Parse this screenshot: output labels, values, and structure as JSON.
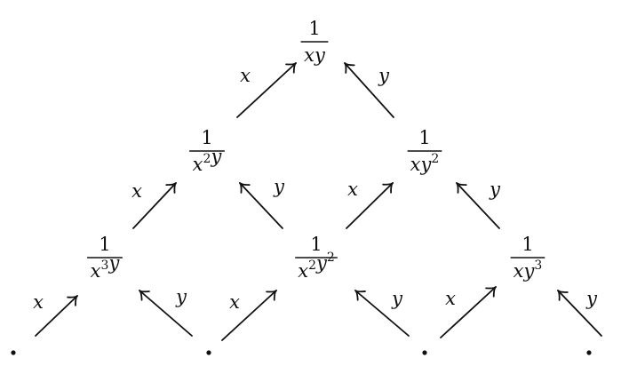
{
  "diagram": {
    "nodes": [
      {
        "id": "n0",
        "numerator": "1",
        "denominator": [
          {
            "b": "x",
            "e": ""
          },
          {
            "b": "y",
            "e": ""
          }
        ]
      },
      {
        "id": "n1",
        "numerator": "1",
        "denominator": [
          {
            "b": "x",
            "e": "2"
          },
          {
            "b": "y",
            "e": ""
          }
        ]
      },
      {
        "id": "n2",
        "numerator": "1",
        "denominator": [
          {
            "b": "x",
            "e": ""
          },
          {
            "b": "y",
            "e": "2"
          }
        ]
      },
      {
        "id": "n3",
        "numerator": "1",
        "denominator": [
          {
            "b": "x",
            "e": "3"
          },
          {
            "b": "y",
            "e": ""
          }
        ]
      },
      {
        "id": "n4",
        "numerator": "1",
        "denominator": [
          {
            "b": "x",
            "e": "2"
          },
          {
            "b": "y",
            "e": "2"
          }
        ]
      },
      {
        "id": "n5",
        "numerator": "1",
        "denominator": [
          {
            "b": "x",
            "e": ""
          },
          {
            "b": "y",
            "e": "3"
          }
        ]
      },
      {
        "id": "d0",
        "dot": "."
      },
      {
        "id": "d1",
        "dot": "."
      },
      {
        "id": "d2",
        "dot": "."
      },
      {
        "id": "d3",
        "dot": "."
      }
    ],
    "edges": [
      {
        "from": "n1",
        "to": "n0",
        "label": "x"
      },
      {
        "from": "n2",
        "to": "n0",
        "label": "y"
      },
      {
        "from": "n3",
        "to": "n1",
        "label": "x"
      },
      {
        "from": "n4",
        "to": "n1",
        "label": "y"
      },
      {
        "from": "n4",
        "to": "n2",
        "label": "x"
      },
      {
        "from": "n5",
        "to": "n2",
        "label": "y"
      },
      {
        "from": "d0",
        "to": "n3",
        "label": "x"
      },
      {
        "from": "d1",
        "to": "n3",
        "label": "y"
      },
      {
        "from": "d1",
        "to": "n4",
        "label": "x"
      },
      {
        "from": "d2",
        "to": "n4",
        "label": "y"
      },
      {
        "from": "d2",
        "to": "n5",
        "label": "x"
      },
      {
        "from": "d3",
        "to": "n5",
        "label": "y"
      }
    ]
  }
}
